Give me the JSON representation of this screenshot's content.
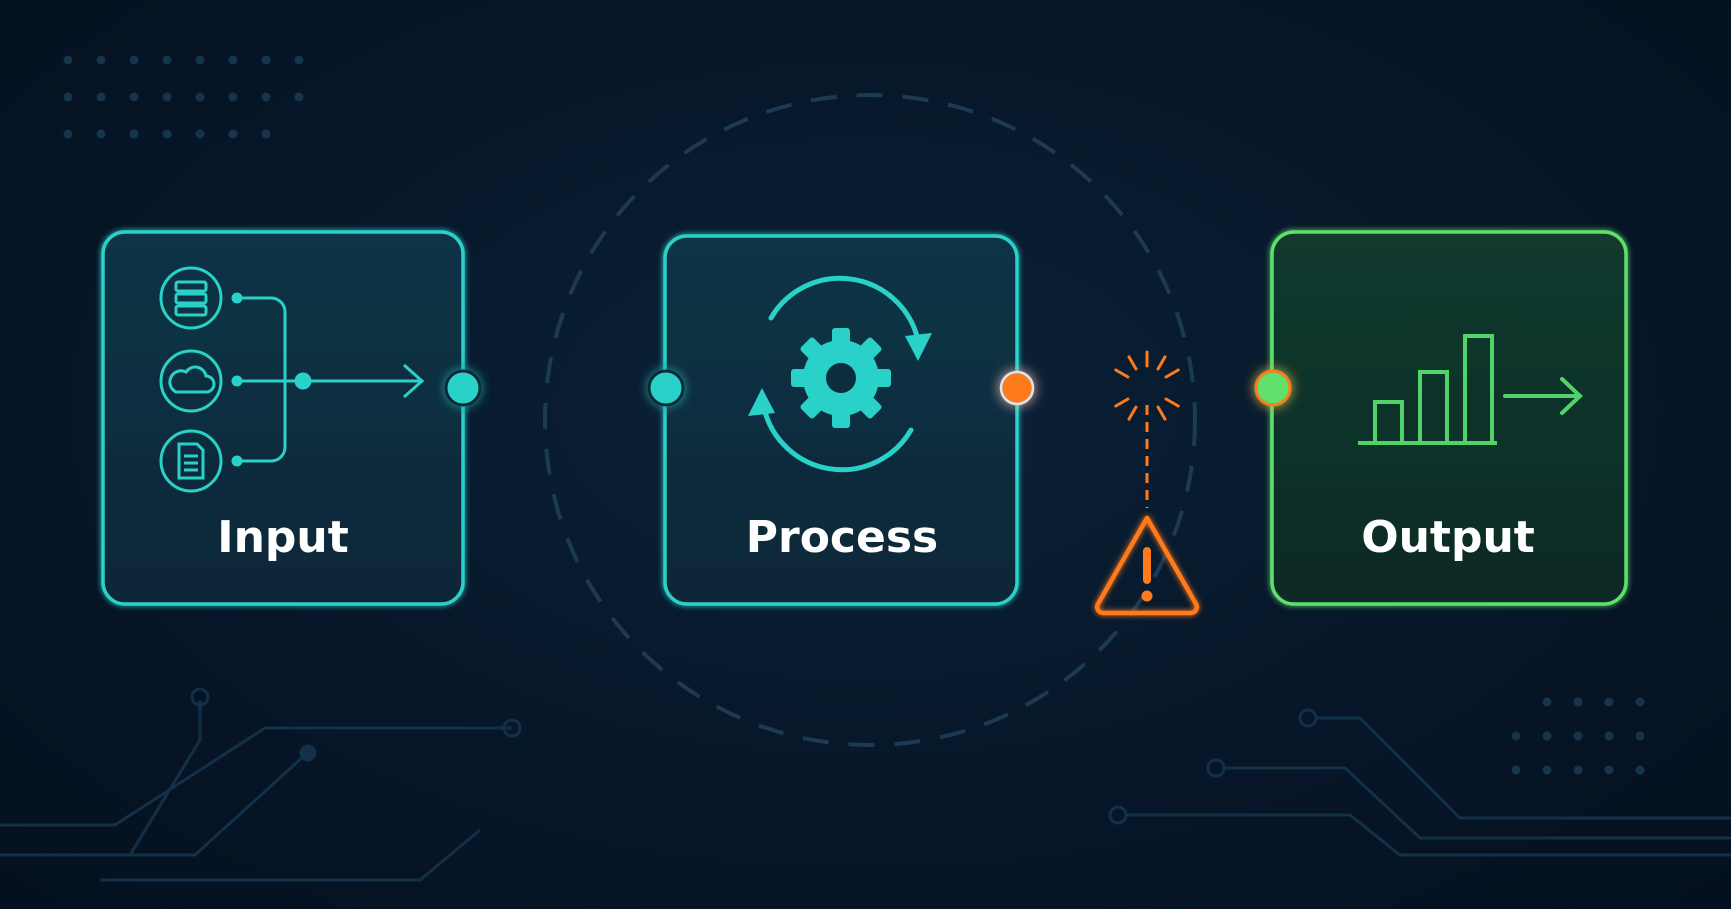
{
  "diagram": {
    "nodes": [
      {
        "id": "input",
        "label": "Input"
      },
      {
        "id": "process",
        "label": "Process"
      },
      {
        "id": "output",
        "label": "Output"
      }
    ],
    "edges": [
      {
        "from": "input",
        "to": "process",
        "status": "ok"
      },
      {
        "from": "process",
        "to": "output",
        "status": "broken"
      }
    ],
    "icons": {
      "input_sources": [
        "server-icon",
        "cloud-icon",
        "document-icon"
      ],
      "process": "gear-sync-icon",
      "output": "bar-chart-icon",
      "edge_break": "warning-icon"
    },
    "colors": {
      "background": "#061527",
      "teal": "#2ad1c9",
      "orange": "#ff7a1a",
      "green": "#5fe06a"
    }
  }
}
